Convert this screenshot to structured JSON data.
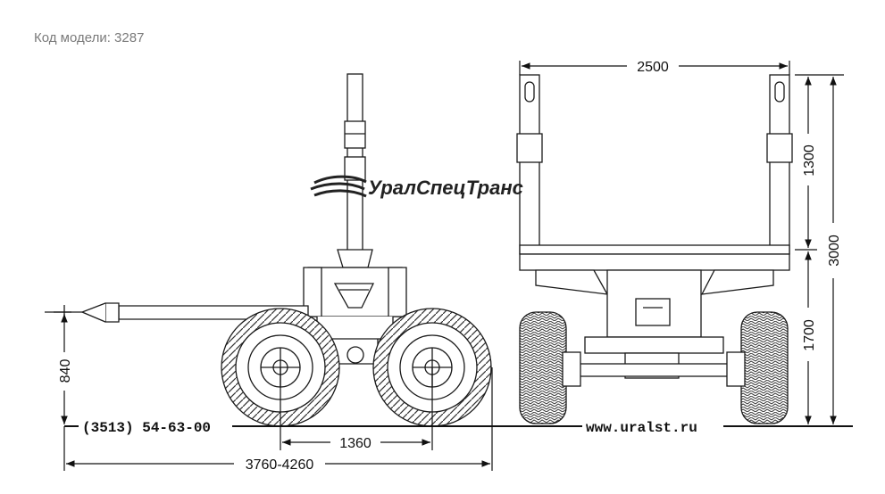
{
  "header": {
    "model_label": "Код модели: 3287"
  },
  "brand": {
    "name": "УралСпецТранс"
  },
  "contacts": {
    "phone": "(3513) 54-63-00",
    "website": "www.uralst.ru"
  },
  "dimensions": {
    "width_top": "2500",
    "stake_height": "1300",
    "total_height": "3000",
    "bed_height": "1700",
    "drawbar_height": "840",
    "wheelbase": "1360",
    "length": "3760-4260"
  },
  "colors": {
    "line": "#1a1a1a",
    "ground": "#111111"
  }
}
